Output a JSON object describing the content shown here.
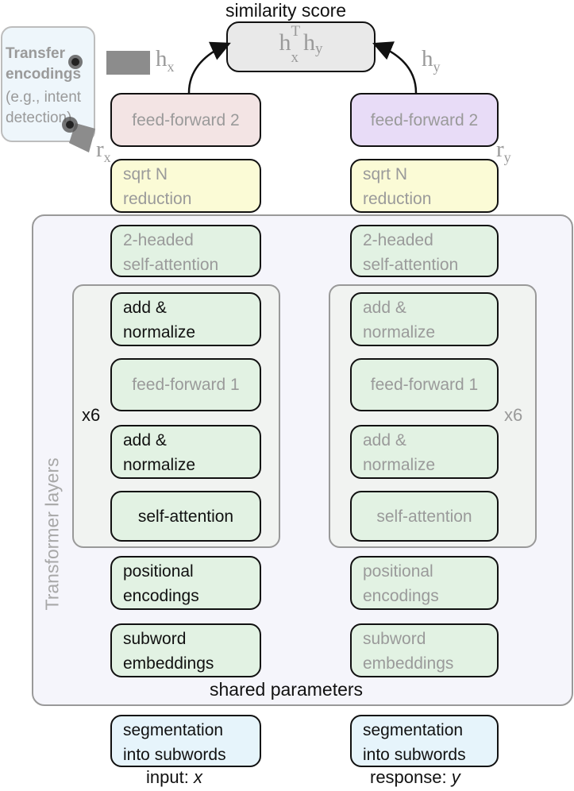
{
  "title": "similarity score",
  "score": {
    "h": "h",
    "x": "x",
    "T": "T",
    "y": "y"
  },
  "transfer": {
    "title": "Transfer\nencodings",
    "note": "(e.g., intent\ndetection)"
  },
  "vectors": {
    "hx": {
      "base": "h",
      "sub": "x"
    },
    "hy": {
      "base": "h",
      "sub": "y"
    },
    "rx": {
      "base": "r",
      "sub": "x"
    },
    "ry": {
      "base": "r",
      "sub": "y"
    }
  },
  "left": {
    "ff2": "feed-forward 2",
    "sqrt": "sqrt N\nreduction",
    "attn2": "2-headed\nself-attention",
    "add1": "add &\nnormalize",
    "ff1": "feed-forward 1",
    "add2": "add &\nnormalize",
    "selfattn": "self-attention",
    "pos": "positional\nencodings",
    "emb": "subword\nembeddings",
    "seg": "segmentation\ninto subwords",
    "repeat": "x6",
    "caption": "input: ",
    "caption_var": "x"
  },
  "right": {
    "ff2": "feed-forward 2",
    "sqrt": "sqrt N\nreduction",
    "attn2": "2-headed\nself-attention",
    "add1": "add &\nnormalize",
    "ff1": "feed-forward 1",
    "add2": "add &\nnormalize",
    "selfattn": "self-attention",
    "pos": "positional\nencodings",
    "emb": "subword\nembeddings",
    "seg": "segmentation\ninto subwords",
    "repeat": "x6",
    "caption": "response: ",
    "caption_var": "y"
  },
  "transformer_label": "Transformer layers",
  "shared_label": "shared parameters"
}
